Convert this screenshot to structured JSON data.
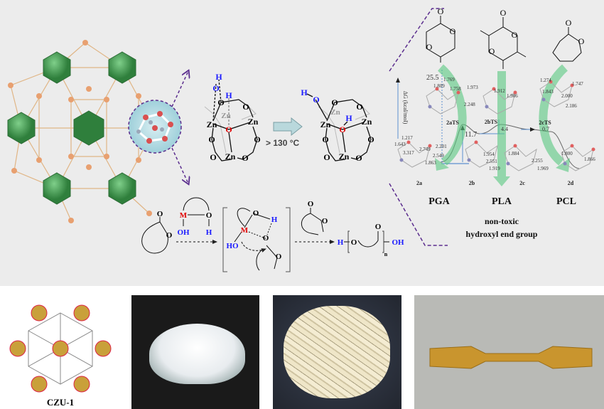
{
  "colors": {
    "panel_bg": "#ececec",
    "mof_green": "#3f9a4f",
    "linker": "#e6b98a",
    "dashed_purple": "#5b2d8e",
    "hydrogen_blue": "#1a1aff",
    "oxygen_red": "#e00000",
    "arrow_green": "#59c980",
    "profile_blue": "#5b8fd0"
  },
  "cluster": {
    "zn": "Zn",
    "o": "O",
    "h": "H",
    "condition": "> 130 °C"
  },
  "monomers": {
    "o": "O"
  },
  "energy_profile": {
    "axis_label": "ΔG (kcal/mol)",
    "states": [
      "2a",
      "2aTS",
      "2b",
      "2bTS",
      "2c",
      "2cTS",
      "2d"
    ],
    "energies": [
      "25.5",
      "11.7",
      "4.4",
      "0.7"
    ],
    "distances": [
      "1.217",
      "1.643",
      "2.749",
      "3.317",
      "2.201",
      "2.549",
      "1.863",
      "1.809",
      "1.769",
      "1.758",
      "1.973",
      "2.248",
      "1.912",
      "1.906",
      "1.954",
      "2.551",
      "1.919",
      "1.884",
      "2.255",
      "1.969",
      "1.274",
      "1.747",
      "1.843",
      "2.000",
      "2.186",
      "1.800",
      "1.866"
    ]
  },
  "products": {
    "pga": "PGA",
    "pla": "PLA",
    "pcl": "PCL",
    "note_line1": "non-toxic",
    "note_line2": "hydroxyl end group"
  },
  "mechanism": {
    "m": "M",
    "o": "O",
    "h": "H",
    "oh": "OH",
    "ho": "HO",
    "n": "n"
  },
  "photos": {
    "czu_label": "CZU-1"
  }
}
